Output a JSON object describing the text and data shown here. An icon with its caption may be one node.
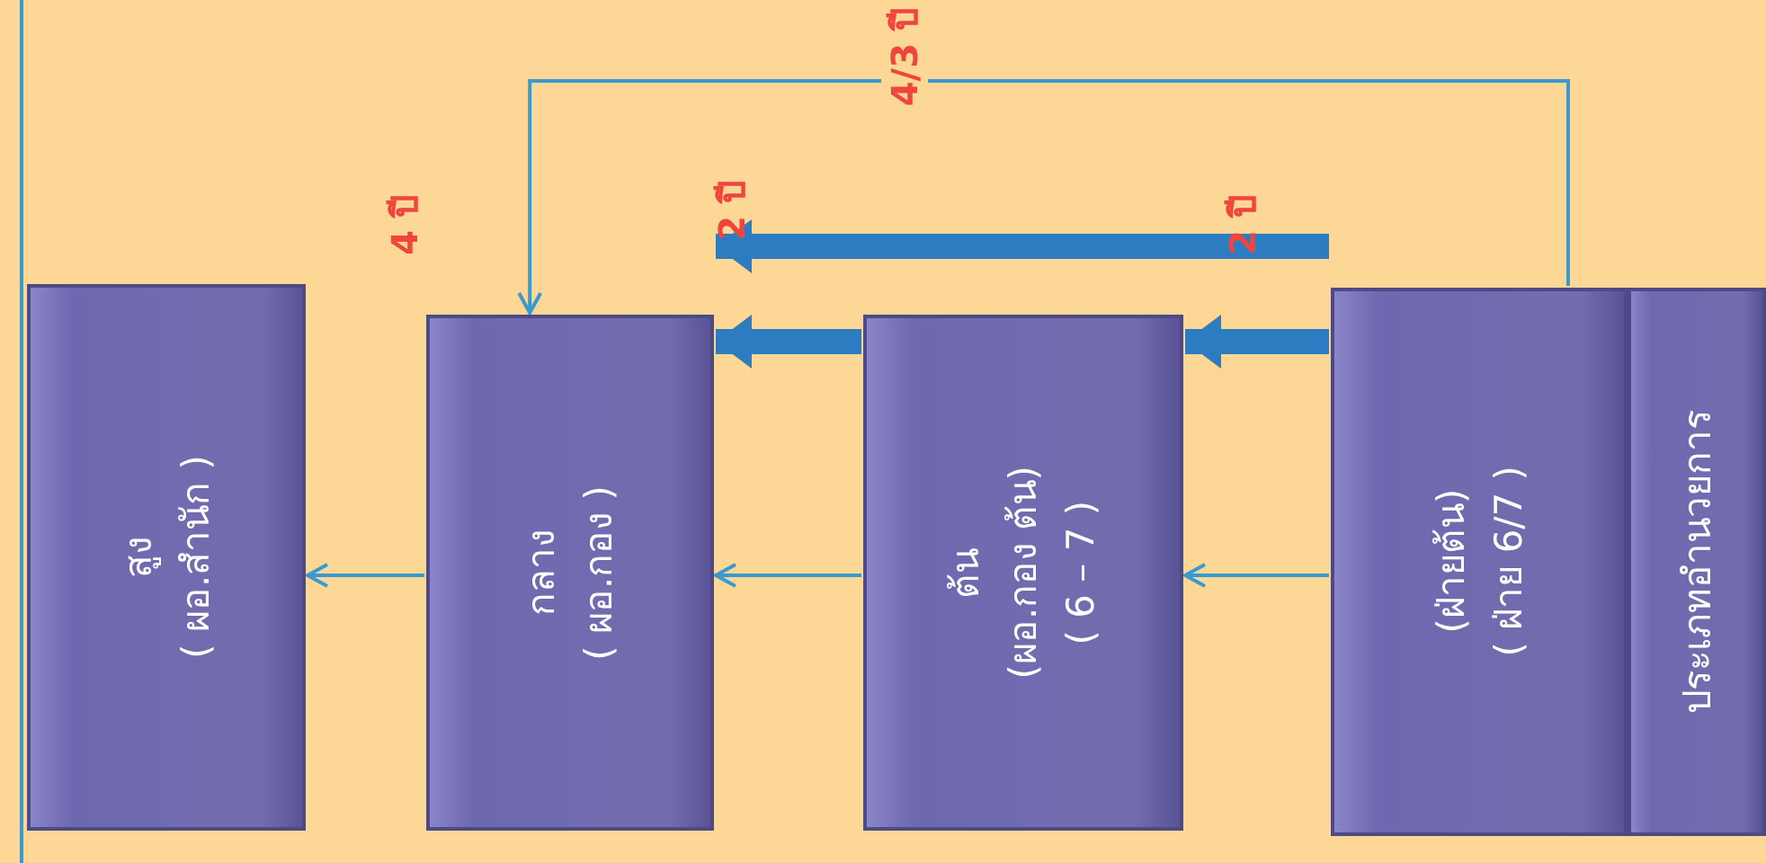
{
  "diagram": {
    "nodes": [
      {
        "text": [
          "สูง",
          "( ผอ.สำนัก )"
        ]
      },
      {
        "text": [
          "กลาง",
          "( ผอ.กอง )"
        ]
      },
      {
        "text": [
          "ต้น",
          "(ผอ.กอง ต้น)",
          "( 6 – 7 )"
        ]
      },
      {
        "text": [
          "(ฝ่ายต้น)",
          "( ฝ่าย 6/7 )"
        ]
      },
      {
        "text": [
          "ประเภทอำนวยการ"
        ]
      }
    ],
    "edges": [
      {
        "from": 1,
        "to": 0,
        "arrow": "to"
      },
      {
        "from": 2,
        "to": 1,
        "arrow": "to"
      },
      {
        "from": 3,
        "to": 2,
        "arrow": "to"
      },
      {
        "from": 2,
        "to": 1,
        "arrow": "to",
        "style": "thick",
        "color": "#2b7cc0"
      },
      {
        "from": 3,
        "to": 2,
        "arrow": "to",
        "style": "thick",
        "color": "#2b7cc0"
      },
      {
        "from": 3,
        "to": 1,
        "arrow": "to",
        "style": "thick",
        "color": "#2b7cc0"
      },
      {
        "from": 3,
        "to": 1,
        "arrow": "to",
        "label": "4/3 ปี"
      }
    ],
    "labels": [
      "4 ปี",
      "2 ปี",
      "2 ปี"
    ]
  }
}
